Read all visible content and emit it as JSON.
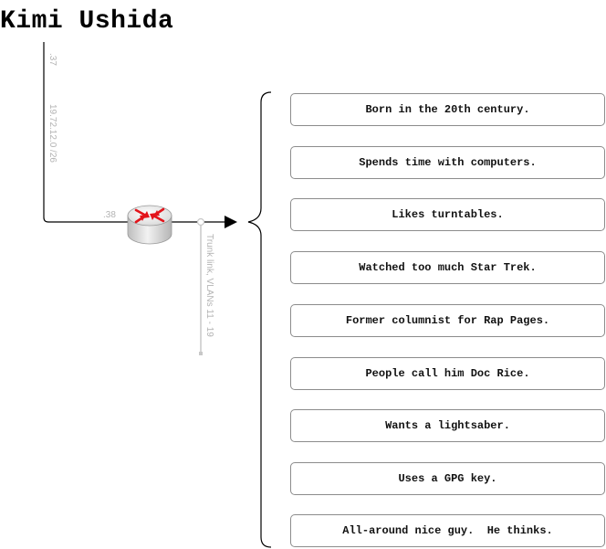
{
  "title": "Kimi Ushida",
  "network": {
    "upstream_host_label": ".37",
    "subnet_label": "19.72.12.0 /26",
    "router_host_label": ".38",
    "trunk_label": "Trunk link, VLANs 11 - 19"
  },
  "facts": [
    "Born in the 20th century.",
    "Spends time with computers.",
    "Likes turntables.",
    "Watched too much Star Trek.",
    "Former columnist for Rap Pages.",
    "People call him Doc Rice.",
    "Wants a lightsaber.",
    "Uses a GPG key.",
    "All-around nice guy.  He thinks."
  ],
  "colors": {
    "router_arrows": "#e3141b",
    "router_body": "#d9d9d9",
    "link_line": "#000000",
    "label_gray": "#b3b3b3",
    "box_border": "#8c8c8c"
  },
  "icons": {
    "router": "router-icon"
  }
}
